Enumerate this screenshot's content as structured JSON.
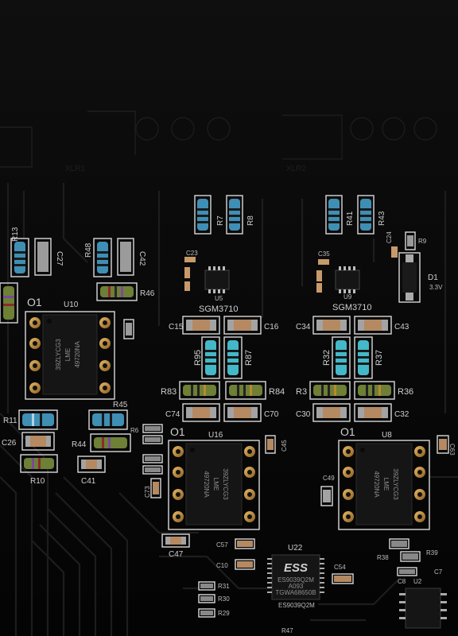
{
  "connectors": {
    "left": "XLR1",
    "right": "XLR2"
  },
  "designators": {
    "r7": "R7",
    "r8": "R8",
    "r41": "R41",
    "r43": "R43",
    "r13": "R13",
    "c27": "C27",
    "r48": "R48",
    "c42": "C42",
    "r46": "R46",
    "r9": "R9",
    "c24": "C24",
    "d1": "D1",
    "d1_value": "3.3V",
    "c23": "C23",
    "c35": "C35",
    "u5": "U5",
    "u9": "U9",
    "u10": "U10",
    "u10_pin": "O1",
    "c15": "C15",
    "c16": "C16",
    "c34": "C34",
    "c43": "C43",
    "r95": "R95",
    "r87": "R87",
    "r32": "R32",
    "r37": "R37",
    "r83": "R83",
    "r84": "R84",
    "r3": "R3",
    "r36": "R36",
    "c74": "C74",
    "c70": "C70",
    "c30": "C30",
    "c32": "C32",
    "r11": "R11",
    "r45": "R45",
    "c26": "C26",
    "r44": "R44",
    "r10": "R10",
    "c41": "C41",
    "r6": "R6",
    "u16": "U16",
    "u16_pin": "O1",
    "u8": "U8",
    "u8_pin": "O1",
    "c45": "C45",
    "c73": "C73",
    "c47": "C47",
    "c49": "C49",
    "u22": "U22",
    "c54": "C54",
    "r39": "R39",
    "r38": "R38",
    "c8": "C8",
    "u2": "U2",
    "c7": "C7",
    "r31": "R31",
    "r30": "R30",
    "r29": "R29",
    "r47": "R47",
    "c57": "C57",
    "c10": "C10",
    "c63": "C63"
  },
  "chips": {
    "sgm_left": "SGM3710",
    "sgm_right": "SGM3710",
    "opamp_u10": {
      "line1": "39ZLYCG3",
      "line2": "LME",
      "line3": "49720NA"
    },
    "opamp_u16": {
      "line1": "39ZLYCG3",
      "line2": "LME",
      "line3": "49720NA"
    },
    "opamp_u8": {
      "line1": "39ZLYCG3",
      "line2": "LME",
      "line3": "49720NA"
    },
    "dac": {
      "logo": "ESS",
      "line1": "ES9039Q2M",
      "line2": "A093",
      "line3": "TGWA68650B",
      "silk": "ES9039Q2M"
    }
  },
  "colors": {
    "board": "#060606",
    "silkscreen": "#d9d9d9",
    "trace": "#1d1d1d",
    "gold": "#c9953e",
    "resistor_blue": "#3f8fb5",
    "resistor_cyan": "#44b8c8",
    "resistor_green": "#6e7f36"
  }
}
